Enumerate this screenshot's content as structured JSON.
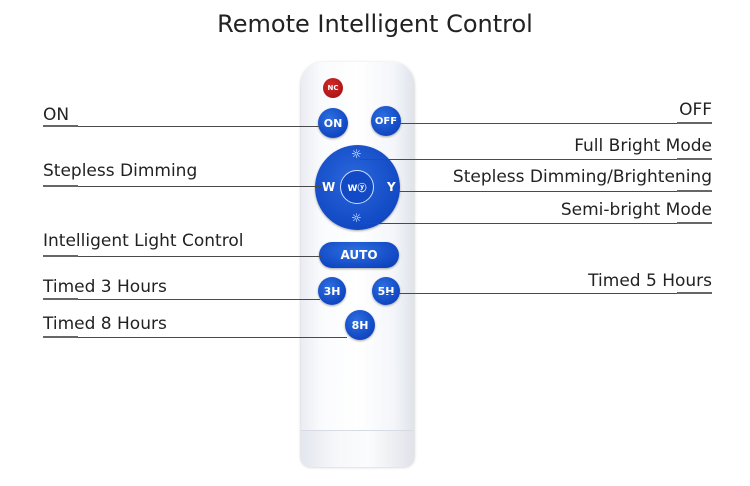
{
  "title": "Remote Intelligent Control",
  "labels": {
    "on": "ON",
    "off": "OFF",
    "full_bright": "Full Bright Mode",
    "stepless_dimming": "Stepless Dimming",
    "stepless_dimming_brightening": "Stepless Dimming/Brightening",
    "semi_bright": "Semi-bright Mode",
    "intelligent_light": "Intelligent Light Control",
    "timed_3": "Timed 3 Hours",
    "timed_5": "Timed 5 Hours",
    "timed_8": "Timed 8 Hours"
  },
  "remote": {
    "nc_label": "NC",
    "on_label": "ON",
    "off_label": "OFF",
    "w_label": "W",
    "y_label": "Y",
    "wy_label": "Wⓨ",
    "auto_label": "AUTO",
    "btn_3h": "3H",
    "btn_5h": "5H",
    "btn_8h": "8H",
    "sun_icon": "☼"
  },
  "colors": {
    "button_blue": "#1249c4",
    "nc_red": "#b01616",
    "remote_body": "#f7f8fb"
  }
}
